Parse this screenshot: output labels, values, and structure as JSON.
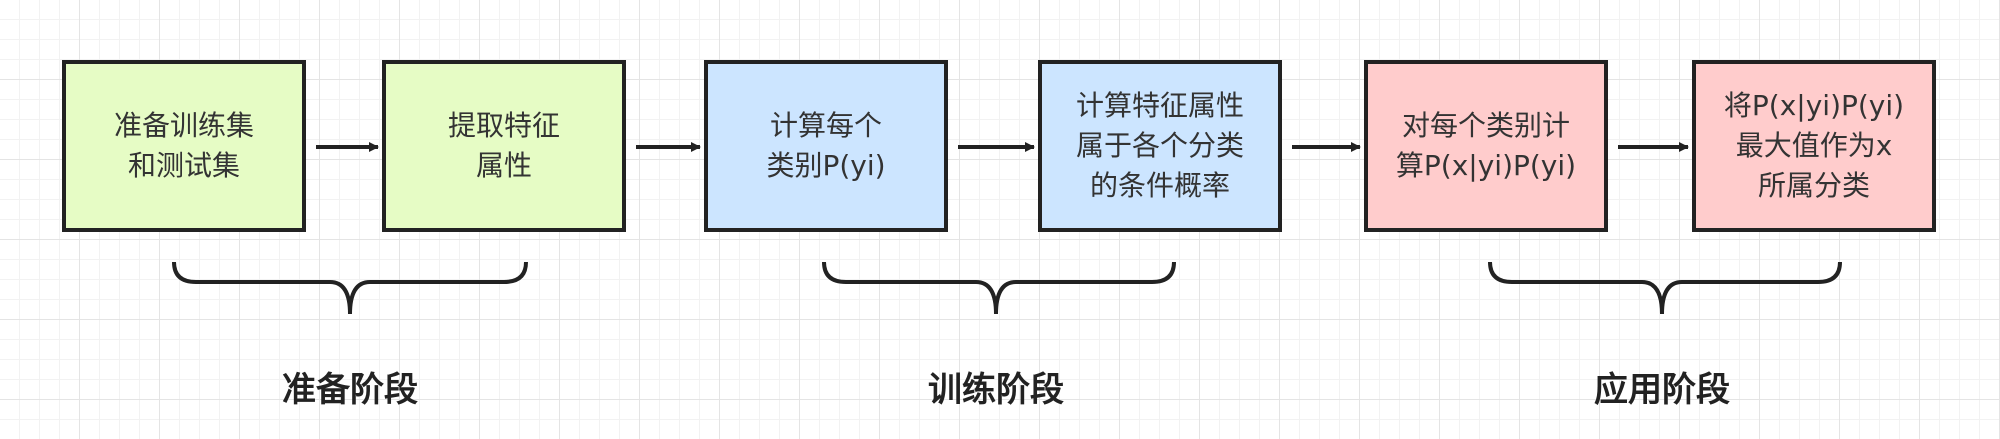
{
  "colors": {
    "prep_fill": "#e6fcc5",
    "train_fill": "#cce5ff",
    "apply_fill": "#ffcccc",
    "stroke": "#222222"
  },
  "nodes": [
    {
      "id": "prepare-data",
      "label": "准备训练集\n和测试集"
    },
    {
      "id": "extract-features",
      "label": "提取特征\n属性"
    },
    {
      "id": "compute-prior",
      "label": "计算每个\n类别P(yi)"
    },
    {
      "id": "compute-conditional",
      "label": "计算特征属性\n属于各个分类\n的条件概率"
    },
    {
      "id": "compute-posterior",
      "label": "对每个类别计\n算P(x|yi)P(yi)"
    },
    {
      "id": "choose-max",
      "label": "将P(x|yi)P(yi)\n最大值作为x\n所属分类"
    }
  ],
  "edges": [
    {
      "from": "prepare-data",
      "to": "extract-features"
    },
    {
      "from": "extract-features",
      "to": "compute-prior"
    },
    {
      "from": "compute-prior",
      "to": "compute-conditional"
    },
    {
      "from": "compute-conditional",
      "to": "compute-posterior"
    },
    {
      "from": "compute-posterior",
      "to": "choose-max"
    }
  ],
  "stages": [
    {
      "label": "准备阶段"
    },
    {
      "label": "训练阶段"
    },
    {
      "label": "应用阶段"
    }
  ]
}
